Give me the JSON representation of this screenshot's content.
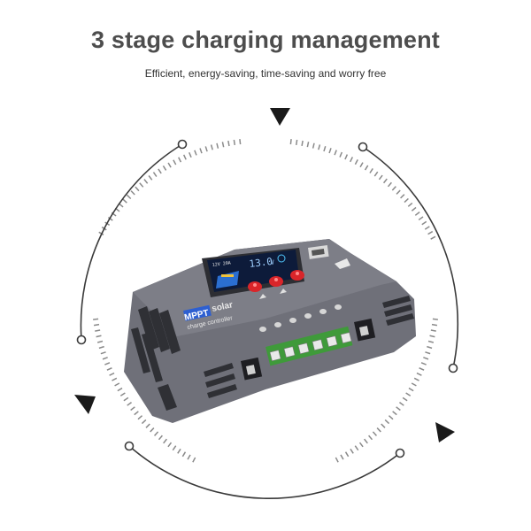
{
  "headline": "3 stage charging management",
  "subline": "Efficient, energy-saving, time-saving and worry free",
  "device": {
    "brand_badge": "MPPT",
    "label_line1": "solar",
    "label_line2": "charge controller",
    "screen_readout": "13.0",
    "screen_unit": "V",
    "screen_corner_text": "12V 20A",
    "button_count": 3,
    "indicator_count": 6,
    "terminal_count": 6
  },
  "decor": {
    "ring_color": "#4a4a4a",
    "body_color": "#6e6f78",
    "button_color": "#d9252a",
    "terminal_color": "#3f9a3a",
    "arrow_icon": "triangle-pointer-icon"
  }
}
